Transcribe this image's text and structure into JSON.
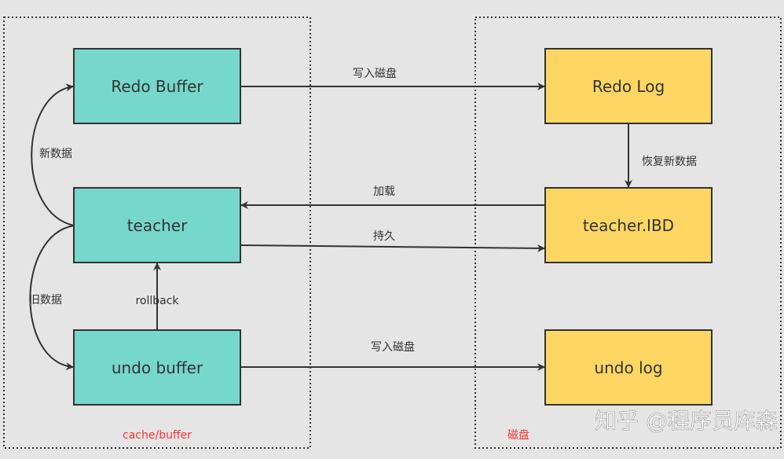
{
  "containers": {
    "left_label": "cache/buffer",
    "right_label": "磁盘"
  },
  "boxes": {
    "redo_buffer": "Redo Buffer",
    "teacher": "teacher",
    "undo_buffer": "undo buffer",
    "redo_log": "Redo Log",
    "teacher_ibd": "teacher.IBD",
    "undo_log": "undo log"
  },
  "edges": {
    "redo_write": "写入磁盘",
    "recover": "恢复新数据",
    "load": "加载",
    "persist": "持久",
    "undo_write": "写入磁盘",
    "rollback": "rollback",
    "new_data": "新数据",
    "old_data": "旧数据"
  },
  "watermark": "知乎 @程序员库森",
  "colors": {
    "memory_box": "#76d7cb",
    "disk_box": "#fdd663",
    "background": "#e5e5e5",
    "accent_label": "#ff3333"
  }
}
